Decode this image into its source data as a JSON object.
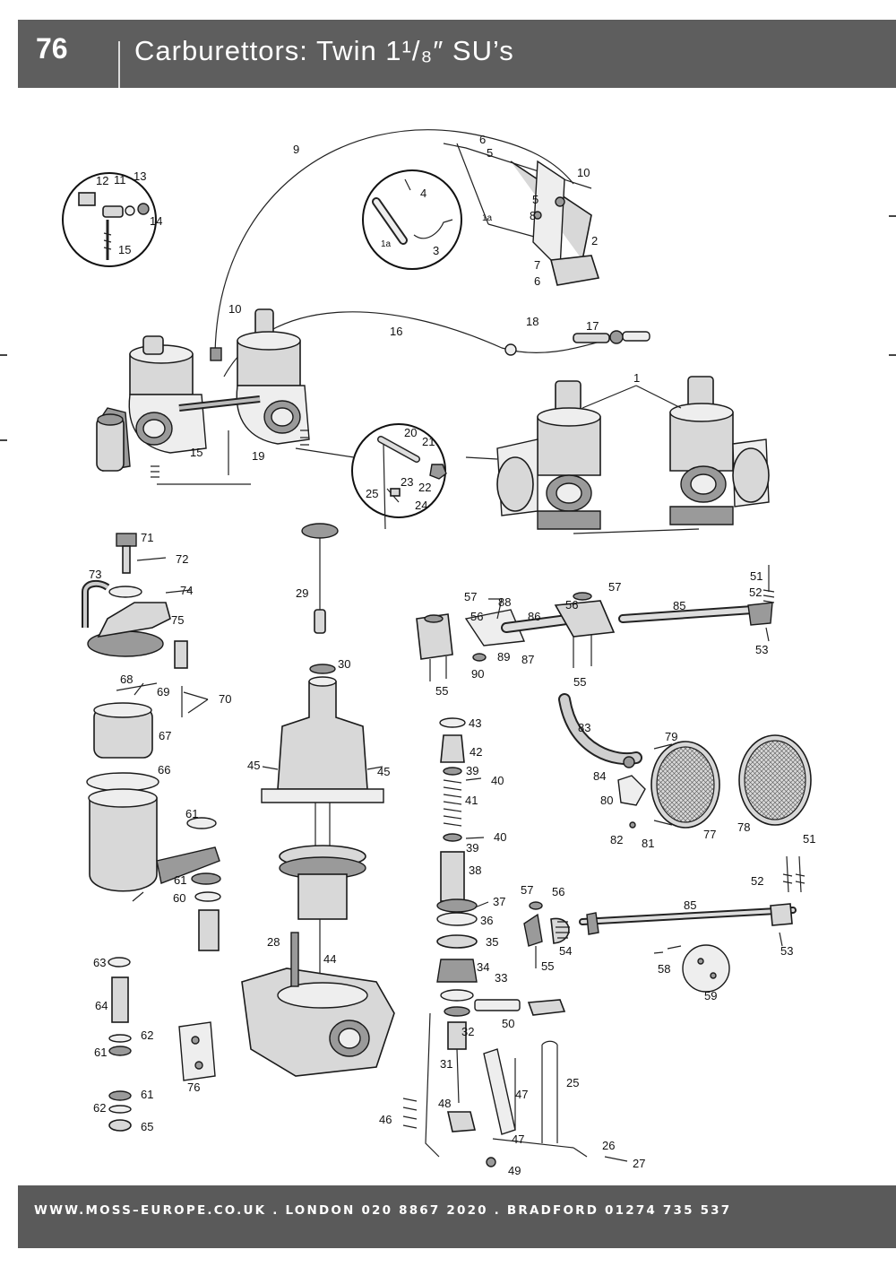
{
  "header": {
    "page_number": "76",
    "title": "Carburettors: Twin 1¹/₈″ SU’s"
  },
  "footer": {
    "contact": "WWW.MOSS–EUROPE.CO.UK . LONDON 020 8867 2020 . BRADFORD 01274 735 537"
  },
  "labels": {
    "p1": "1",
    "p1a": "1a",
    "p2": "2",
    "p3": "3",
    "p4": "4",
    "p5": "5",
    "p6": "6",
    "p7": "7",
    "p8": "8",
    "p9": "9",
    "p10": "10",
    "p11": "11",
    "p12": "12",
    "p13": "13",
    "p14": "14",
    "p15": "15",
    "p16": "16",
    "p17": "17",
    "p18": "18",
    "p19": "19",
    "p20": "20",
    "p21": "21",
    "p22": "22",
    "p23": "23",
    "p24": "24",
    "p25": "25",
    "p26": "26",
    "p27": "27",
    "p28": "28",
    "p29": "29",
    "p30": "30",
    "p31": "31",
    "p32": "32",
    "p33": "33",
    "p34": "34",
    "p35": "35",
    "p36": "36",
    "p37": "37",
    "p38": "38",
    "p39": "39",
    "p40": "40",
    "p41": "41",
    "p42": "42",
    "p43": "43",
    "p44": "44",
    "p45": "45",
    "p46": "46",
    "p47": "47",
    "p48": "48",
    "p49": "49",
    "p50": "50",
    "p51": "51",
    "p52": "52",
    "p53": "53",
    "p54": "54",
    "p55": "55",
    "p56": "56",
    "p57": "57",
    "p58": "58",
    "p59": "59",
    "p60": "60",
    "p61": "61",
    "p62": "62",
    "p63": "63",
    "p64": "64",
    "p65": "65",
    "p66": "66",
    "p67": "67",
    "p68": "68",
    "p69": "69",
    "p70": "70",
    "p71": "71",
    "p72": "72",
    "p73": "73",
    "p74": "74",
    "p75": "75",
    "p76": "76",
    "p77": "77",
    "p78": "78",
    "p79": "79",
    "p80": "80",
    "p81": "81",
    "p82": "82",
    "p83": "83",
    "p84": "84",
    "p85": "85",
    "p86": "86",
    "p87": "87",
    "p88": "88",
    "p89": "89",
    "p90": "90"
  }
}
